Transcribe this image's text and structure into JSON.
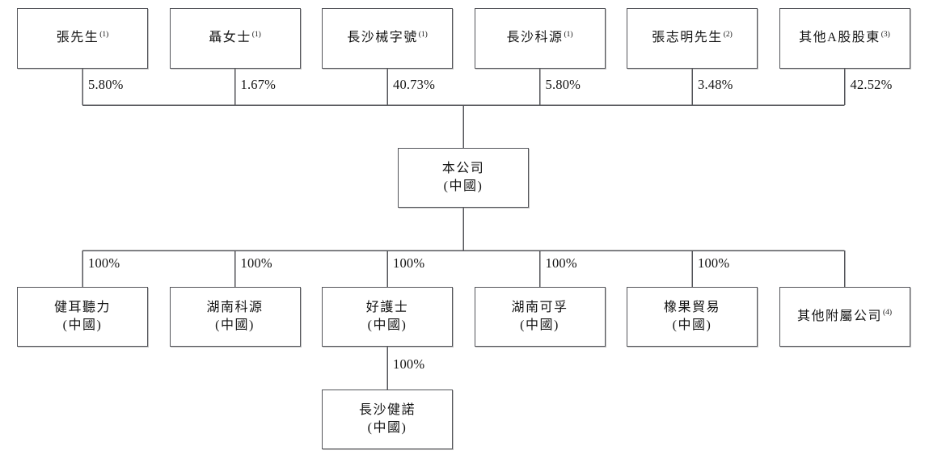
{
  "diagram": {
    "type": "corporate-shareholding-structure",
    "colors": {
      "line": "#54555a",
      "box_border": "#54555a",
      "box_bg": "#ffffff",
      "text": "#141414"
    }
  },
  "company": {
    "name": "本公司",
    "location": "(中國)"
  },
  "shareholders": [
    {
      "name": "張先生",
      "note": "(1)",
      "percent": "5.80%"
    },
    {
      "name": "聶女士",
      "note": "(1)",
      "percent": "1.67%"
    },
    {
      "name": "長沙械字號",
      "note": "(1)",
      "percent": "40.73%"
    },
    {
      "name": "長沙科源",
      "note": "(1)",
      "percent": "5.80%"
    },
    {
      "name": "張志明先生",
      "note": "(2)",
      "percent": "3.48%"
    },
    {
      "name": "其他A股股東",
      "note": "(3)",
      "percent": "42.52%"
    }
  ],
  "subsidiaries": [
    {
      "name": "健耳聽力",
      "location": "(中國)",
      "percent": "100%"
    },
    {
      "name": "湖南科源",
      "location": "(中國)",
      "percent": "100%"
    },
    {
      "name": "好護士",
      "location": "(中國)",
      "percent": "100%"
    },
    {
      "name": "湖南可孚",
      "location": "(中國)",
      "percent": "100%"
    },
    {
      "name": "橡果貿易",
      "location": "(中國)",
      "percent": "100%"
    },
    {
      "name": "其他附屬公司",
      "note": "(4)"
    }
  ],
  "sub_subsidiary": {
    "name": "長沙健諾",
    "location": "(中國)",
    "percent": "100%"
  }
}
